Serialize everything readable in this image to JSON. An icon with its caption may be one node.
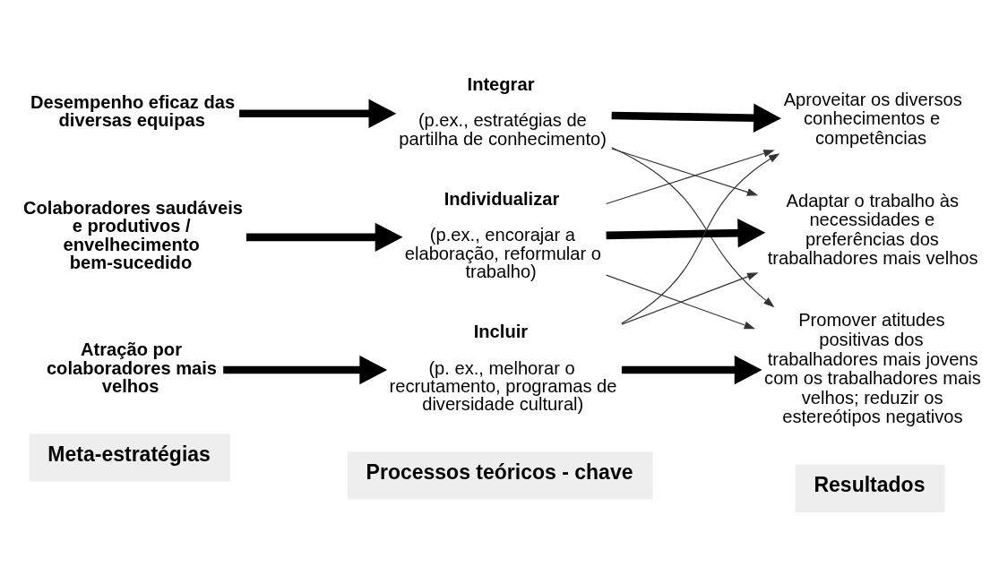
{
  "diagram": {
    "nodes": [
      {
        "text": [
          "Meta-estratégias"
        ]
      },
      {
        "text": [
          "Processos teóricos - chave"
        ]
      },
      {
        "text": [
          "Resultados"
        ]
      },
      {
        "text": [
          "Desempenho eficaz das diversas equipas"
        ]
      },
      {
        "text": [
          "Colaboradores saudáveis e produtivos / envelhecimento bem-sucedido"
        ]
      },
      {
        "text": [
          "Atração por colaboradores mais velhos"
        ]
      },
      {
        "text": [
          "Integrar",
          "(p.ex., estratégias de partilha de conhecimento)"
        ]
      },
      {
        "text": [
          "Individualizar",
          "(p.ex., encorajar a elaboração, reformular o trabalho)"
        ]
      },
      {
        "text": [
          "Incluir",
          "(p. ex., melhorar o recrutamento, programas de diversidade cultural)"
        ]
      },
      {
        "text": [
          "Aproveitar os diversos conhecimentos e competências"
        ]
      },
      {
        "text": [
          "Adaptar o trabalho às necessidades e preferências dos trabalhadores mais velhos"
        ]
      },
      {
        "text": [
          "Promover atitudes positivas dos trabalhadores mais jovens com os trabalhadores mais velhos; reduzir os estereótipos negativos"
        ]
      }
    ],
    "edges": [
      {
        "from": 3,
        "to": 6,
        "arrow": "to",
        "style": "thick"
      },
      {
        "from": 4,
        "to": 7,
        "arrow": "to",
        "style": "thick"
      },
      {
        "from": 5,
        "to": 8,
        "arrow": "to",
        "style": "thick"
      },
      {
        "from": 6,
        "to": 9,
        "arrow": "to",
        "style": "thick"
      },
      {
        "from": 6,
        "to": 10,
        "arrow": "to"
      },
      {
        "from": 6,
        "to": 11,
        "arrow": "to"
      },
      {
        "from": 7,
        "to": 10,
        "arrow": "to",
        "style": "thick"
      },
      {
        "from": 7,
        "to": 9,
        "arrow": "to"
      },
      {
        "from": 7,
        "to": 11,
        "arrow": "to"
      },
      {
        "from": 8,
        "to": 11,
        "arrow": "to",
        "style": "thick"
      },
      {
        "from": 8,
        "to": 9,
        "arrow": "to"
      },
      {
        "from": 8,
        "to": 10,
        "arrow": "to"
      }
    ]
  }
}
